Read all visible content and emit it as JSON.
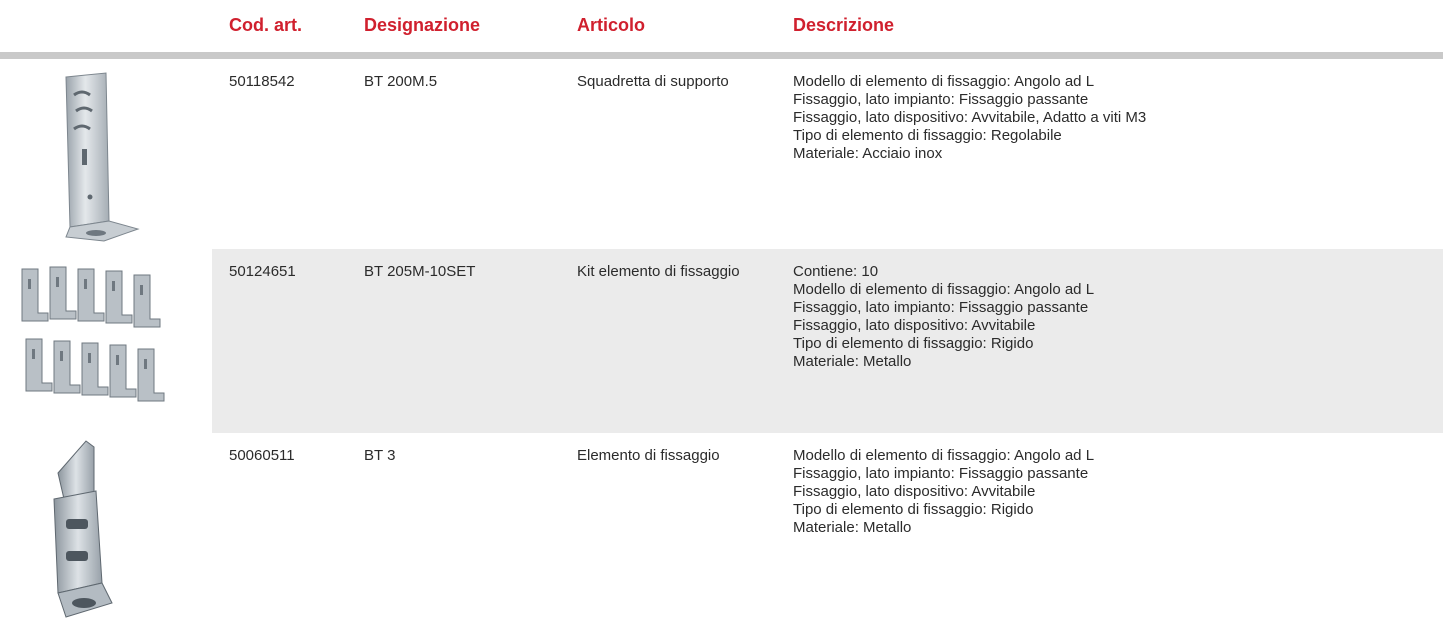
{
  "accent": "#d0202e",
  "headers": {
    "code": "Cod. art.",
    "designation": "Designazione",
    "article": "Articolo",
    "description": "Descrizione"
  },
  "rows": [
    {
      "code": "50118542",
      "designation": "BT 200M.5",
      "article": "Squadretta di supporto",
      "image": "l-bracket-icon",
      "description": [
        "Modello di elemento di fissaggio: Angolo ad L",
        "Fissaggio, lato impianto: Fissaggio passante",
        "Fissaggio, lato dispositivo: Avvitabile, Adatto a viti M3",
        "Tipo di elemento di fissaggio: Regolabile",
        "Materiale: Acciaio inox"
      ]
    },
    {
      "code": "50124651",
      "designation": "BT 205M-10SET",
      "article": "Kit elemento di fissaggio",
      "image": "bracket-set-icon",
      "description": [
        "Contiene: 10",
        "Modello di elemento di fissaggio: Angolo ad L",
        "Fissaggio, lato impianto: Fissaggio passante",
        "Fissaggio, lato dispositivo: Avvitabile",
        "Tipo di elemento di fissaggio: Rigido",
        "Materiale: Metallo"
      ]
    },
    {
      "code": "50060511",
      "designation": "BT 3",
      "article": "Elemento di fissaggio",
      "image": "mounting-bracket-icon",
      "description": [
        "Modello di elemento di fissaggio: Angolo ad L",
        "Fissaggio, lato impianto: Fissaggio passante",
        "Fissaggio, lato dispositivo: Avvitabile",
        "Tipo di elemento di fissaggio: Rigido",
        "Materiale: Metallo"
      ]
    }
  ]
}
